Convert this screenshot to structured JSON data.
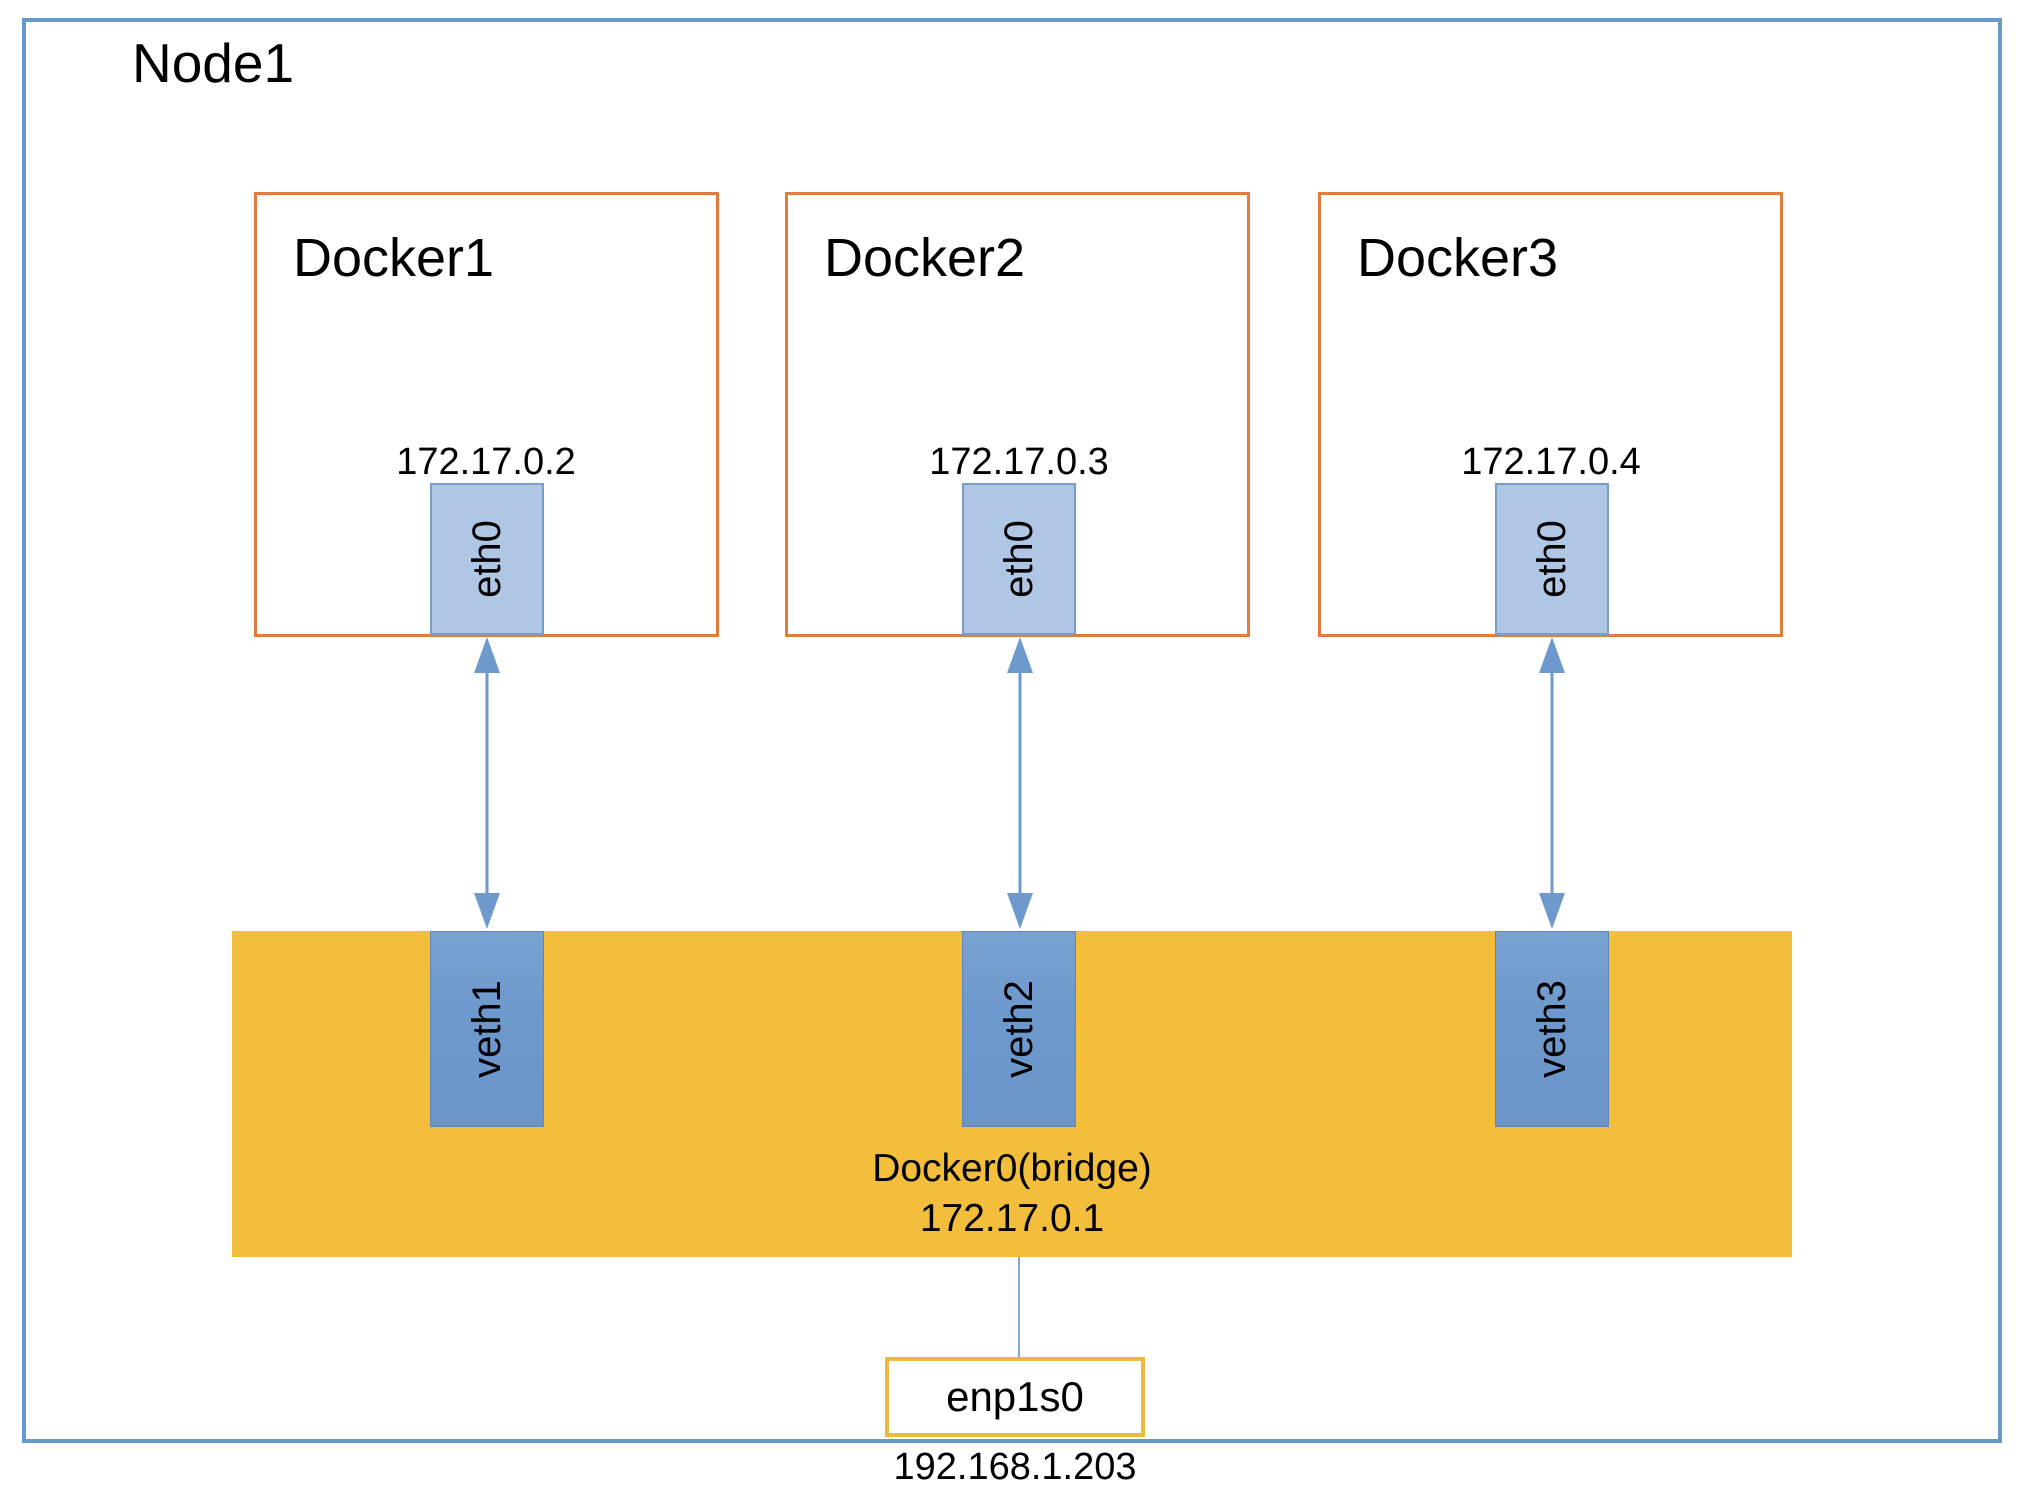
{
  "diagram": {
    "node": {
      "title": "Node1",
      "border_color": "#6699CC"
    },
    "containers": [
      {
        "name": "Docker1",
        "ip": "172.17.0.2",
        "port": "eth0",
        "border_color": "#E07C3E",
        "port_color": "#AFC6E5"
      },
      {
        "name": "Docker2",
        "ip": "172.17.0.3",
        "port": "eth0",
        "border_color": "#E07C3E",
        "port_color": "#AFC6E5"
      },
      {
        "name": "Docker3",
        "ip": "172.17.0.4",
        "port": "eth0",
        "border_color": "#E07C3E",
        "port_color": "#AFC6E5"
      }
    ],
    "bridge": {
      "label": "Docker0(bridge)",
      "ip": "172.17.0.1",
      "fill_color": "#F3BE3C",
      "ports": [
        {
          "name": "veth1",
          "color": "#6E99CC"
        },
        {
          "name": "veth2",
          "color": "#6E99CC"
        },
        {
          "name": "veth3",
          "color": "#6E99CC"
        }
      ]
    },
    "nic": {
      "name": "enp1s0",
      "ip": "192.168.1.203",
      "border_color": "#EBB93E"
    },
    "connectors": {
      "arrow_color": "#6E99CC",
      "style": "double-headed-vertical"
    }
  }
}
